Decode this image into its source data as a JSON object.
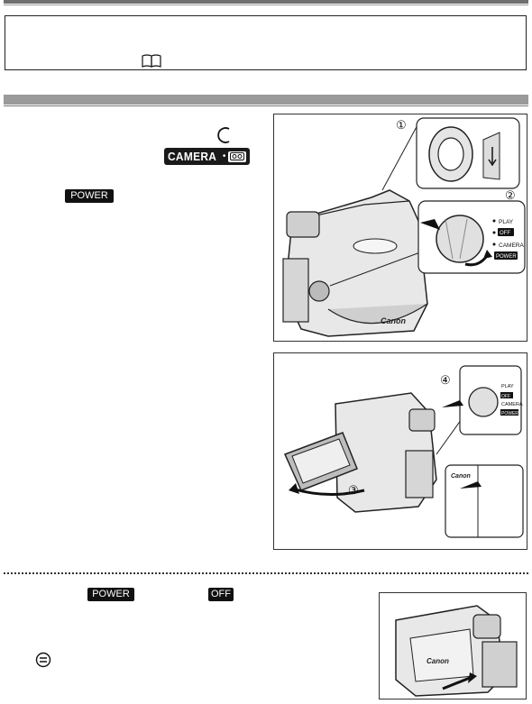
{
  "badges": {
    "camera_label": "CAMERA",
    "power_label": "POWER",
    "off_label": "OFF"
  },
  "fig1": {
    "callout_1": "①",
    "callout_2": "②",
    "dial_play": "PLAY",
    "dial_off": "OFF",
    "dial_camera": "CAMERA",
    "dial_power": "POWER",
    "brand": "Canon"
  },
  "fig2": {
    "callout_3": "③",
    "callout_4": "④",
    "dial_play": "PLAY",
    "dial_off": "OFF",
    "dial_camera": "CAMERA",
    "dial_power": "POWER",
    "brand": "Canon"
  },
  "fig3": {
    "brand": "Canon"
  },
  "colors": {
    "rule": "#6f6f6f",
    "section_bar": "#9a9a9a",
    "badge": "#1a1a1a"
  }
}
